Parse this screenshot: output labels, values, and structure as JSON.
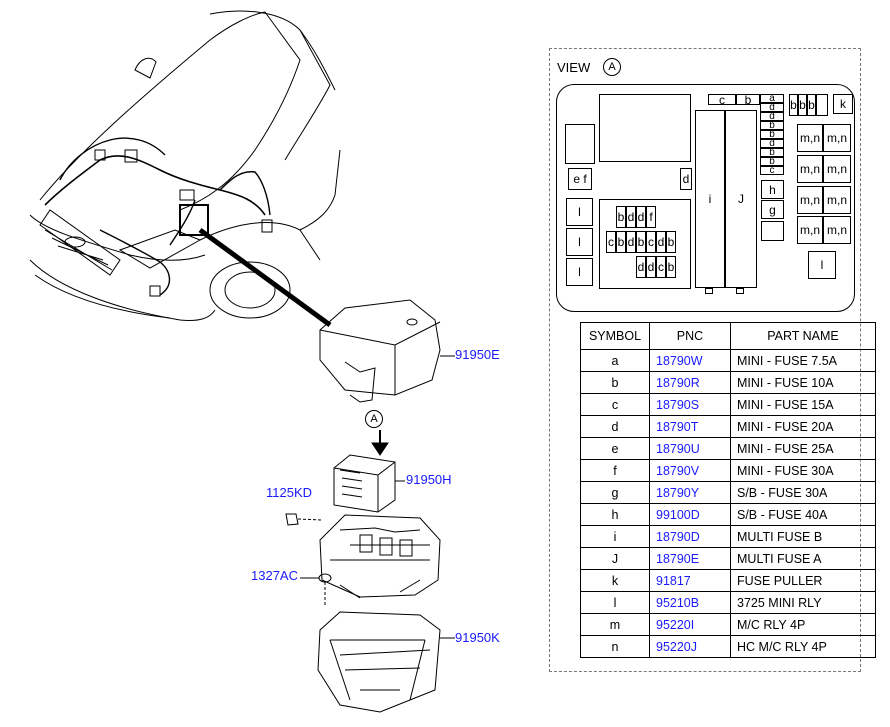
{
  "callouts": {
    "main_cover": "91950E",
    "relay_block": "91950H",
    "bolt": "1125KD",
    "nut": "1327AC",
    "lower_cover": "91950K"
  },
  "view_marker": "A",
  "view": {
    "title": "VIEW",
    "marker": "A"
  },
  "fuse_layout": {
    "top_c": "c",
    "top_b": "b",
    "col_right": [
      "a",
      "d",
      "d",
      "b",
      "b",
      "d",
      "b",
      "b",
      "c"
    ],
    "left_e": "e",
    "left_f": "f",
    "mid_d": "d",
    "big_i": "i",
    "big_j": "J",
    "h": "h",
    "g": "g",
    "l_left": [
      "l",
      "l",
      "l"
    ],
    "grid_row1": [
      "b",
      "d",
      "d",
      "f"
    ],
    "grid_row2": [
      "c",
      "b",
      "d",
      "b",
      "c",
      "d",
      "b"
    ],
    "grid_row3": [
      "d",
      "d",
      "c",
      "b"
    ],
    "bbb": [
      "b",
      "b",
      "b"
    ],
    "k": "k",
    "mn": [
      "m,n",
      "m,n",
      "m,n",
      "m,n",
      "m,n",
      "m,n",
      "m,n",
      "m,n"
    ],
    "l_right": "l"
  },
  "parts_table": {
    "headers": {
      "symbol": "SYMBOL",
      "pnc": "PNC",
      "name": "PART NAME"
    },
    "rows": [
      {
        "symbol": "a",
        "pnc": "18790W",
        "name": "MINI - FUSE 7.5A"
      },
      {
        "symbol": "b",
        "pnc": "18790R",
        "name": "MINI - FUSE 10A"
      },
      {
        "symbol": "c",
        "pnc": "18790S",
        "name": "MINI - FUSE 15A"
      },
      {
        "symbol": "d",
        "pnc": "18790T",
        "name": "MINI - FUSE 20A"
      },
      {
        "symbol": "e",
        "pnc": "18790U",
        "name": "MINI - FUSE 25A"
      },
      {
        "symbol": "f",
        "pnc": "18790V",
        "name": "MINI - FUSE 30A"
      },
      {
        "symbol": "g",
        "pnc": "18790Y",
        "name": "S/B - FUSE 30A"
      },
      {
        "symbol": "h",
        "pnc": "99100D",
        "name": "S/B - FUSE 40A"
      },
      {
        "symbol": "i",
        "pnc": "18790D",
        "name": "MULTI FUSE B"
      },
      {
        "symbol": "J",
        "pnc": "18790E",
        "name": "MULTI FUSE A"
      },
      {
        "symbol": "k",
        "pnc": "91817",
        "name": "FUSE PULLER"
      },
      {
        "symbol": "l",
        "pnc": "95210B",
        "name": "3725 MINI RLY"
      },
      {
        "symbol": "m",
        "pnc": "95220I",
        "name": "M/C RLY 4P"
      },
      {
        "symbol": "n",
        "pnc": "95220J",
        "name": "HC M/C RLY 4P"
      }
    ]
  },
  "colors": {
    "link": "#1a1aff",
    "line": "#000000",
    "panel_border": "#777777"
  }
}
